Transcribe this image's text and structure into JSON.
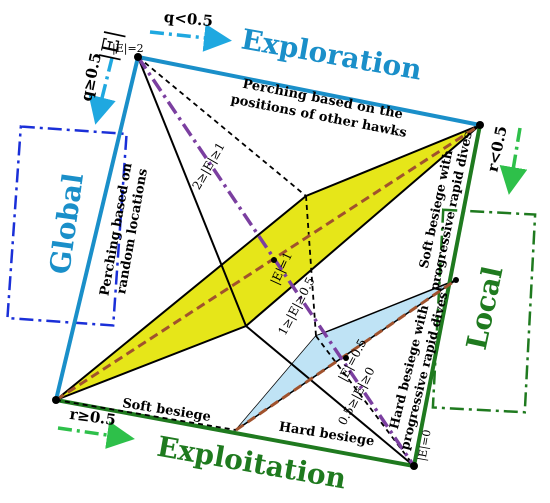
{
  "labels": {
    "abs_e": "|E|",
    "q_lt": "q<0.5",
    "q_ge": "q≥0.5",
    "r_lt": "r<0.5",
    "r_ge": "r≥0.5",
    "exploration": "Exploration",
    "exploitation": "Exploitation",
    "global": "Global",
    "local": "Local",
    "perch_other_1": "Perching based on the",
    "perch_other_2": "positions of other hawks",
    "perch_random_1": "Perching based on",
    "perch_random_2": "random locations",
    "soft_rapid_1": "Soft besiege with",
    "soft_rapid_2": "progressive rapid dives",
    "hard_rapid_1": "Hard besiege with",
    "hard_rapid_2": "progressive rapid dives",
    "soft_besiege": "Soft besiege",
    "hard_besiege": "Hard besiege",
    "e_2": "|E|=2",
    "e_range_2_1": "2≥|E|≥1",
    "e_1": "|E|=1",
    "e_range_1_05": "1≥|E|≥0.5",
    "e_05": "|E|=0.5",
    "e_range_05_0": "0.5≥|E|≥0",
    "e_0": "|E|=0"
  },
  "colors": {
    "teal": "#1a8fc9",
    "green": "#1f7a1f",
    "blue_box": "#1a2fd8",
    "yellow_fill": "#e6e619",
    "light_blue_fill": "#bfe3f5",
    "purple": "#7b3fa0",
    "brown": "#a0522d",
    "arrow_blue": "#1fa8e0",
    "arrow_green": "#2ec04a"
  }
}
